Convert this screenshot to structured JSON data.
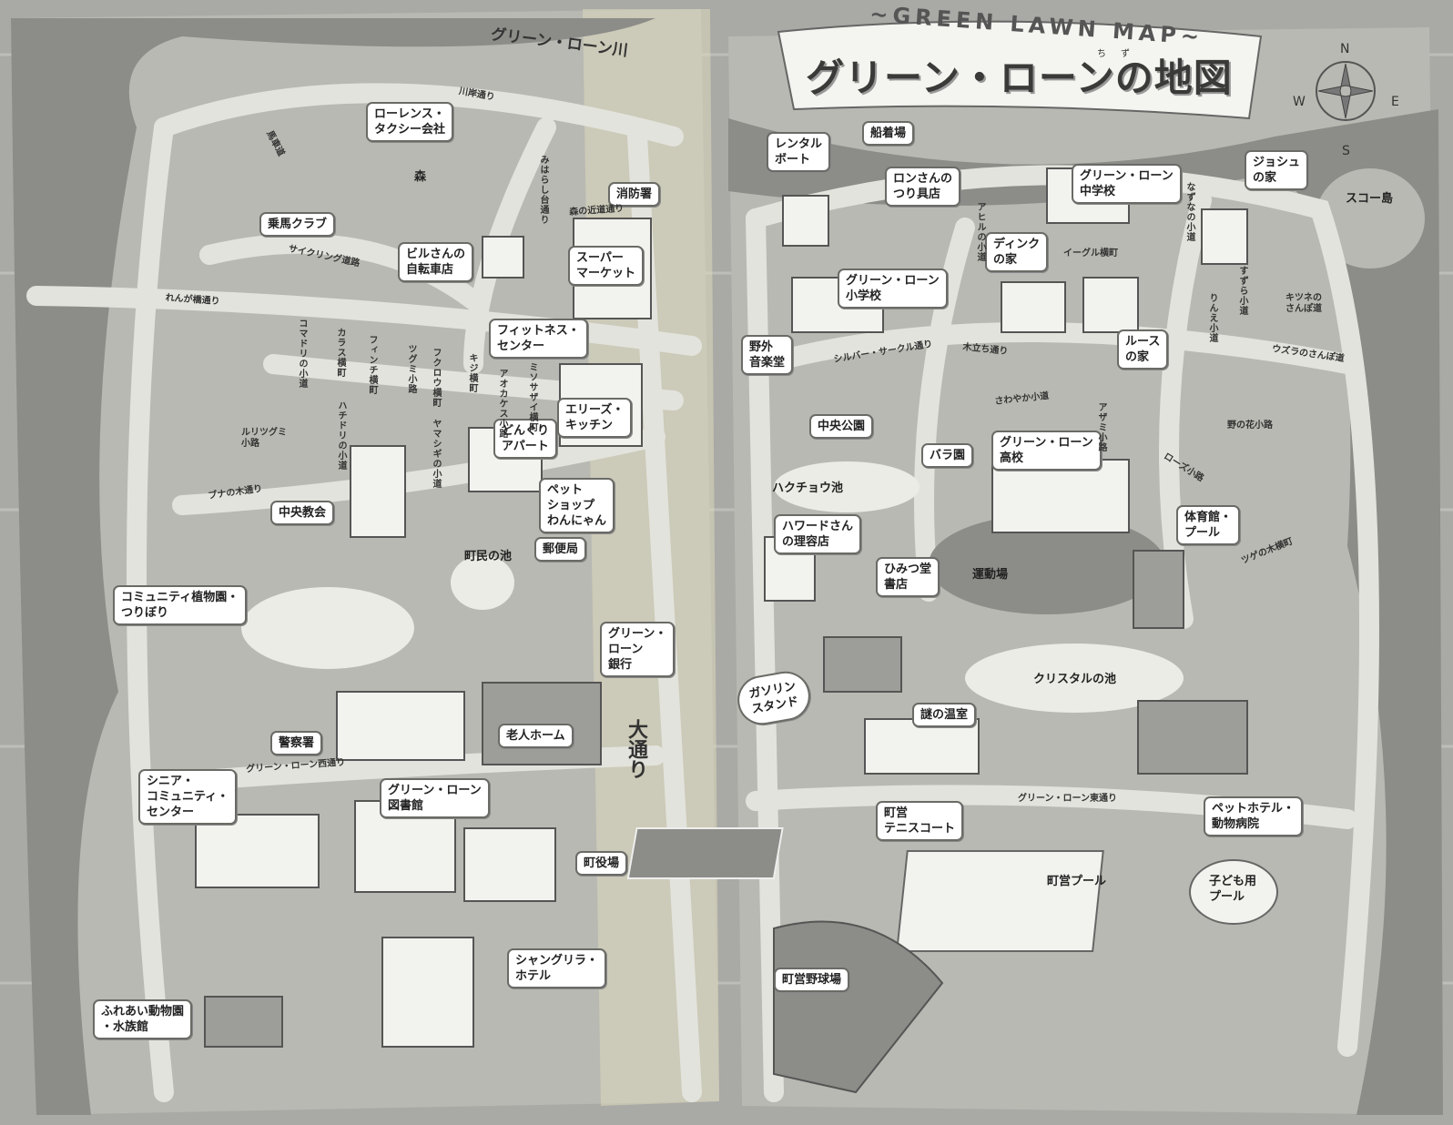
{
  "title": {
    "en": "~GREEN LAWN MAP~",
    "ja": "グリーン・ローンの地図",
    "ruby": "ちず"
  },
  "compass": {
    "n": "N",
    "e": "E",
    "s": "S",
    "w": "W"
  },
  "colors": {
    "border": "#a9a9a5",
    "land": "#b9b9b3",
    "road": "#e3e3dd",
    "river": "#8c8c88",
    "pond": "#ecece6",
    "spine": "#dcd8bc",
    "building": "#f2f2ee"
  },
  "places": [
    {
      "label": "ローレンス・\nタクシー会社"
    },
    {
      "label": "乗馬クラブ"
    },
    {
      "label": "森"
    },
    {
      "label": "ビルさんの\n自転車店"
    },
    {
      "label": "消防署"
    },
    {
      "label": "スーパー\nマーケット"
    },
    {
      "label": "フィットネス・\nセンター"
    },
    {
      "label": "どんぐり\nアパート"
    },
    {
      "label": "エリーズ・\nキッチン"
    },
    {
      "label": "ペット\nショップ\nわんにゃん"
    },
    {
      "label": "中央教会"
    },
    {
      "label": "町民の池"
    },
    {
      "label": "郵便局"
    },
    {
      "label": "コミュニティ植物園・\nつりぼり"
    },
    {
      "label": "グリーン・\nローン\n銀行"
    },
    {
      "label": "老人ホーム"
    },
    {
      "label": "警察署"
    },
    {
      "label": "シニア・\nコミュニティ・\nセンター"
    },
    {
      "label": "グリーン・ローン\n図書館"
    },
    {
      "label": "町役場"
    },
    {
      "label": "シャングリラ・\nホテル"
    },
    {
      "label": "ふれあい動物園\n・水族館"
    },
    {
      "label": "レンタル\nボート"
    },
    {
      "label": "船着場"
    },
    {
      "label": "ロンさんの\nつり具店"
    },
    {
      "label": "グリーン・ローン\n中学校"
    },
    {
      "label": "ジョシュ\nの家"
    },
    {
      "label": "スコー島"
    },
    {
      "label": "ディンク\nの家"
    },
    {
      "label": "グリーン・ローン\n小学校"
    },
    {
      "label": "野外\n音楽堂"
    },
    {
      "label": "ルース\nの家"
    },
    {
      "label": "中央公園"
    },
    {
      "label": "バラ園"
    },
    {
      "label": "グリーン・ローン\n高校"
    },
    {
      "label": "ハクチョウ池"
    },
    {
      "label": "ハワードさん\nの理容店"
    },
    {
      "label": "体育館・\nプール"
    },
    {
      "label": "ひみつ堂\n書店"
    },
    {
      "label": "運動場"
    },
    {
      "label": "クリスタルの池"
    },
    {
      "label": "ガソリン\nスタンド"
    },
    {
      "label": "謎の温室"
    },
    {
      "label": "ペットホテル・\n動物病院"
    },
    {
      "label": "町営\nテニスコート"
    },
    {
      "label": "町営プール"
    },
    {
      "label": "子ども用\nプール"
    },
    {
      "label": "町営野球場"
    }
  ],
  "streets": [
    {
      "label": "グリーン・ローン川"
    },
    {
      "label": "川岸通り"
    },
    {
      "label": "馬車道"
    },
    {
      "label": "みはらし台通り"
    },
    {
      "label": "森の近道通り"
    },
    {
      "label": "サイクリング道路"
    },
    {
      "label": "れんが橋通り"
    },
    {
      "label": "コマドリの小道"
    },
    {
      "label": "カラス横町"
    },
    {
      "label": "フィンチ横町"
    },
    {
      "label": "ツグミ小路"
    },
    {
      "label": "フクロウ横町"
    },
    {
      "label": "キジ横町"
    },
    {
      "label": "アオカケス小路"
    },
    {
      "label": "ミソサザイ横町"
    },
    {
      "label": "ハチドリの小道"
    },
    {
      "label": "ルリツグミ\n小路"
    },
    {
      "label": "ヤマシギの小道"
    },
    {
      "label": "ブナの木通り"
    },
    {
      "label": "大通り"
    },
    {
      "label": "グリーン・ローン西通り"
    },
    {
      "label": "アヒルの小道"
    },
    {
      "label": "なずなの小道"
    },
    {
      "label": "イーグル横町"
    },
    {
      "label": "りんえ小道"
    },
    {
      "label": "すずら小道"
    },
    {
      "label": "キツネの\nさんぽ道"
    },
    {
      "label": "ウズラのさんぽ道"
    },
    {
      "label": "シルバー・サークル通り"
    },
    {
      "label": "木立ち通り"
    },
    {
      "label": "さわやか小道"
    },
    {
      "label": "アザミ小路"
    },
    {
      "label": "野の花小路"
    },
    {
      "label": "ローズ小路"
    },
    {
      "label": "ツゲの木横町"
    },
    {
      "label": "グリーン・ローン東通り"
    }
  ]
}
